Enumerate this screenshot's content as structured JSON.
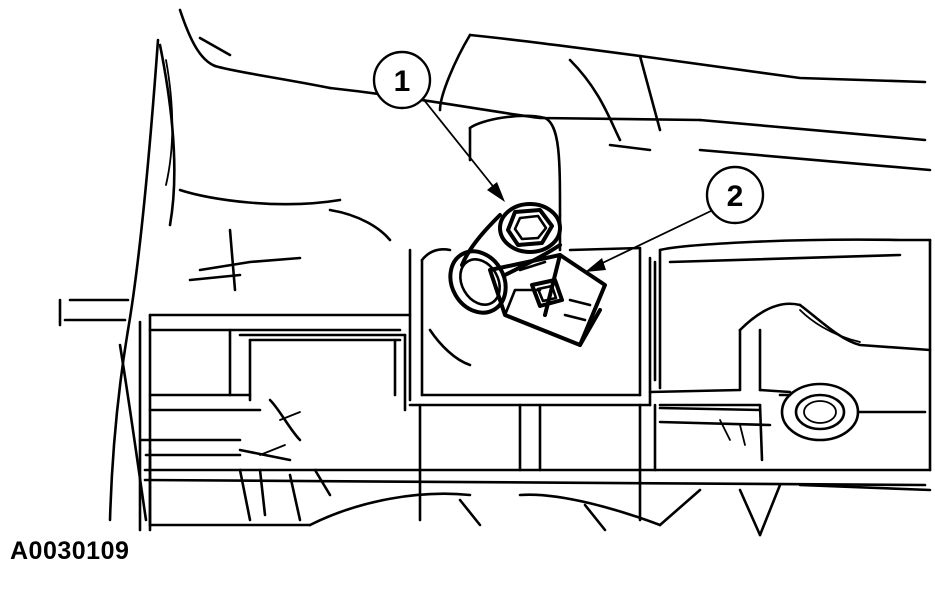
{
  "figure_id": "A0030109",
  "callouts": [
    {
      "number": "1",
      "target": "sensor-bolt"
    },
    {
      "number": "2",
      "target": "sensor"
    }
  ],
  "colors": {
    "line": "#000000",
    "background": "#ffffff"
  }
}
